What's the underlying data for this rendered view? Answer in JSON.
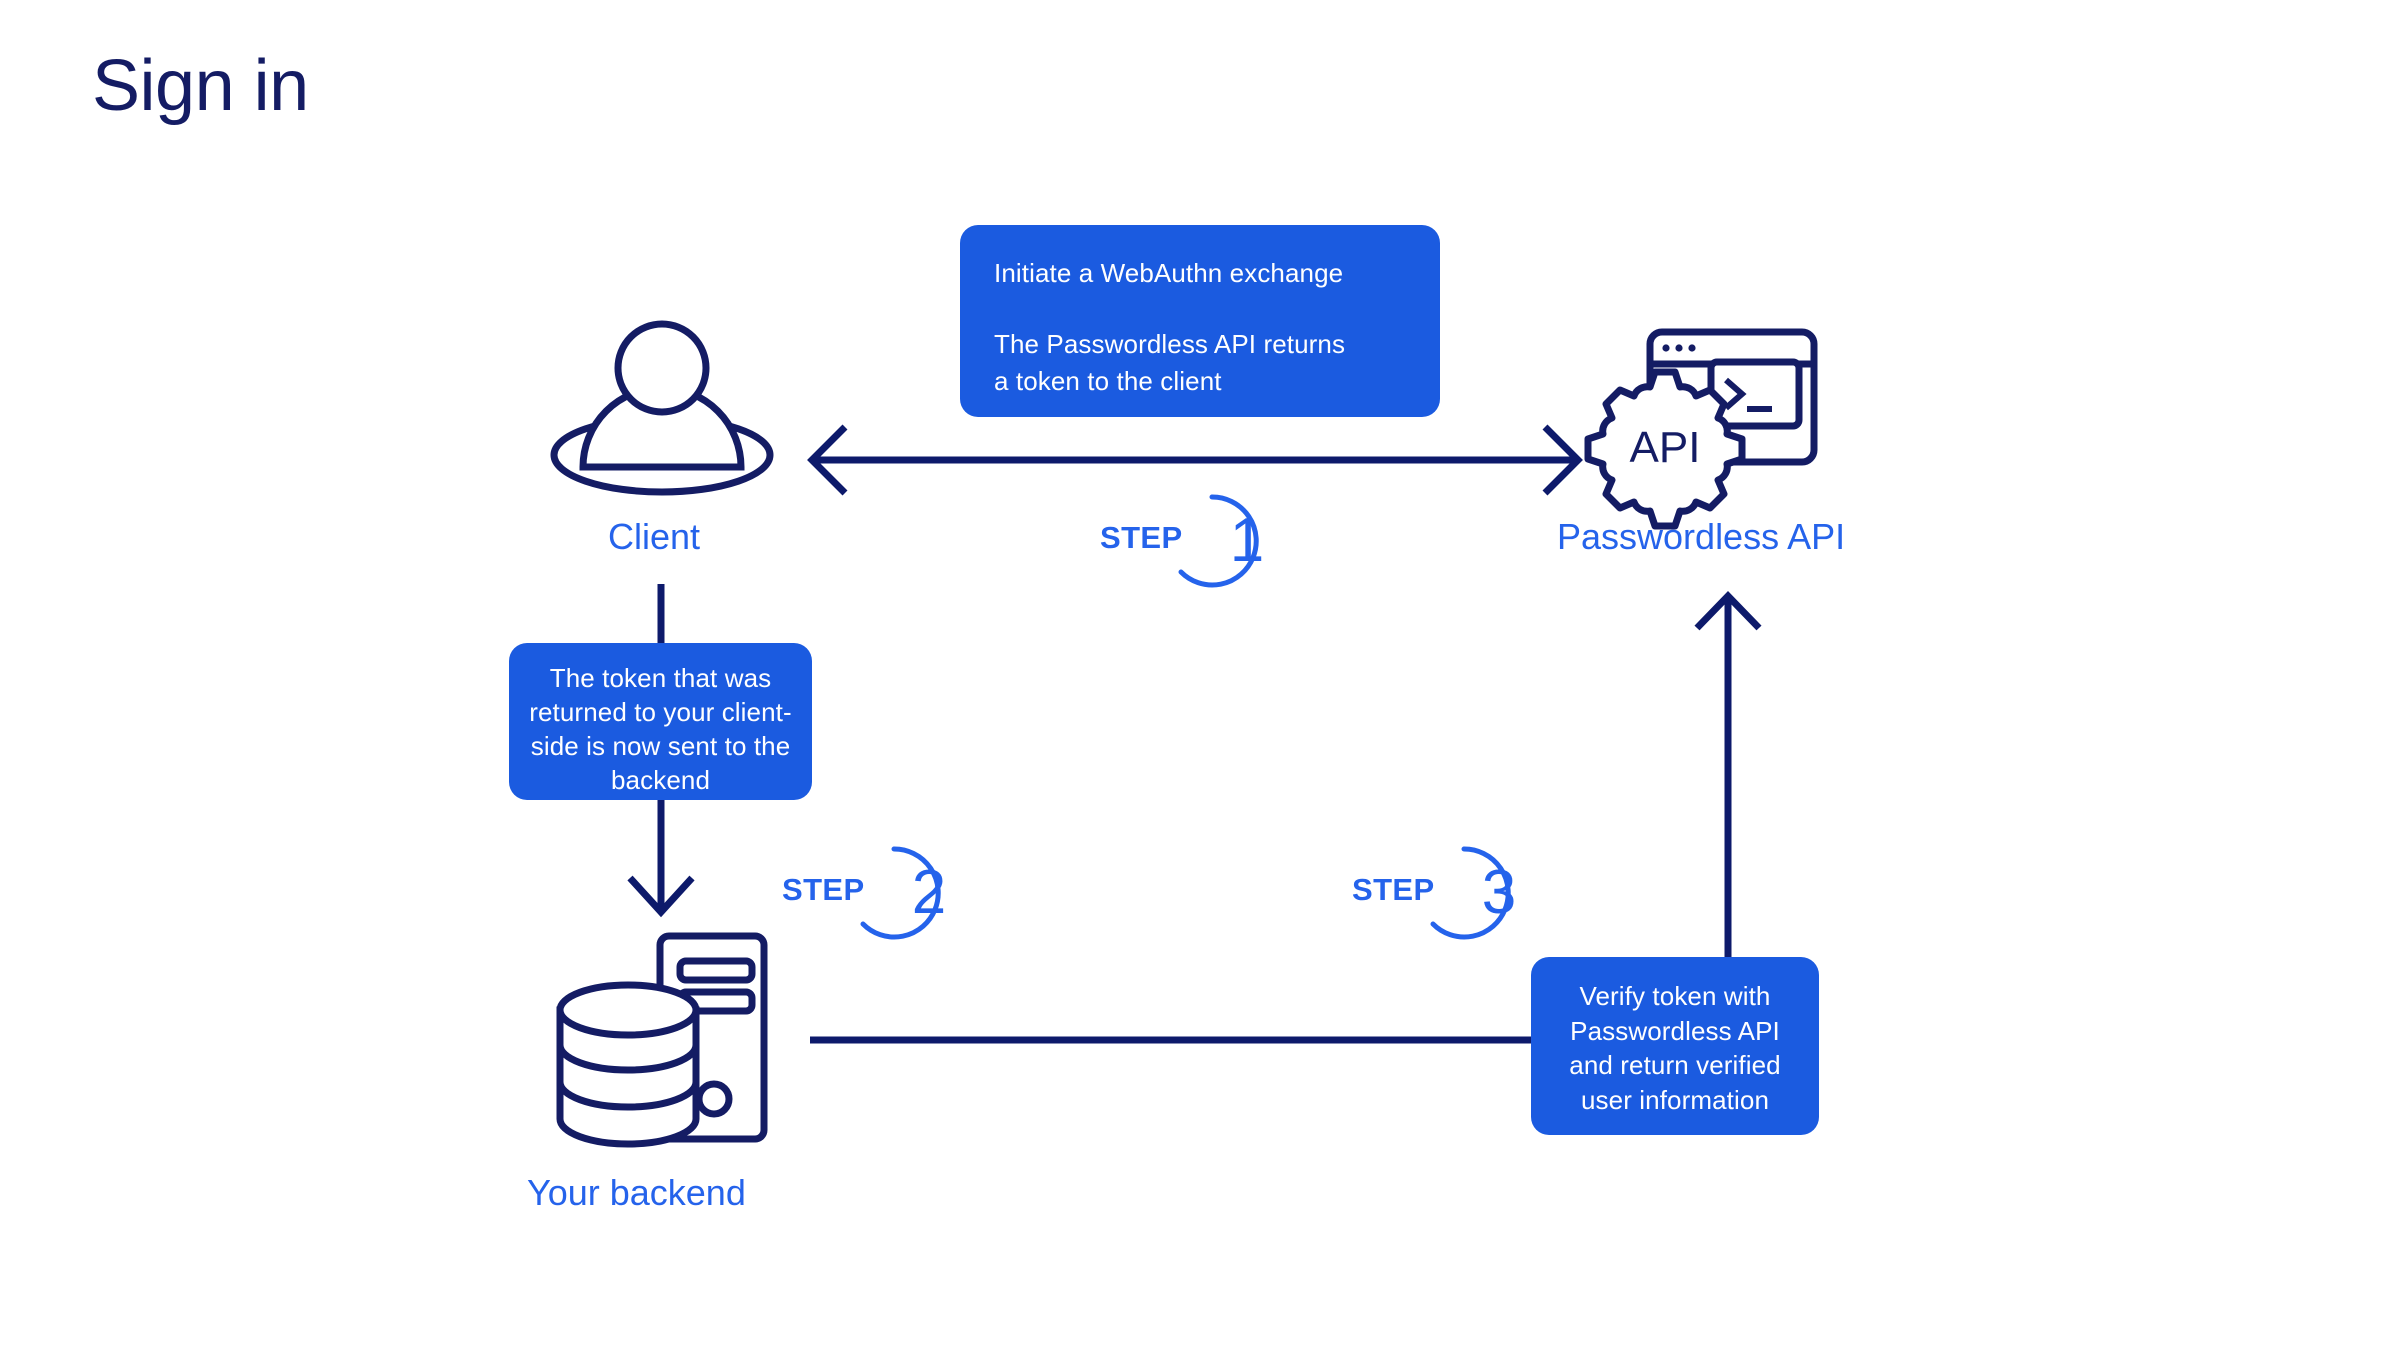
{
  "page": {
    "title": "Sign in",
    "background": "#ffffff",
    "accent_blue": "#1B5BE0",
    "label_blue": "#2563EB",
    "navy": "#141C64"
  },
  "nodes": [
    {
      "id": "client",
      "label": "Client",
      "icon": "person-icon"
    },
    {
      "id": "api",
      "label": "Passwordless API",
      "icon": "api-gear-terminal-icon"
    },
    {
      "id": "backend",
      "label": "Your backend",
      "icon": "database-server-icon"
    }
  ],
  "callouts": {
    "one": {
      "line_1": "Initiate a WebAuthn exchange",
      "line_2": "The Passwordless API returns",
      "line_3": "a token to the client"
    },
    "two": {
      "text": "The token that was returned to your client-side is now sent to the backend"
    },
    "three": {
      "text": "Verify token with Passwordless API and return verified user information"
    }
  },
  "steps": [
    {
      "word": "STEP",
      "number": "1"
    },
    {
      "word": "STEP",
      "number": "2"
    },
    {
      "word": "STEP",
      "number": "3"
    }
  ],
  "icons": {
    "api_badge_text": "API",
    "terminal_prompt": ">_"
  }
}
